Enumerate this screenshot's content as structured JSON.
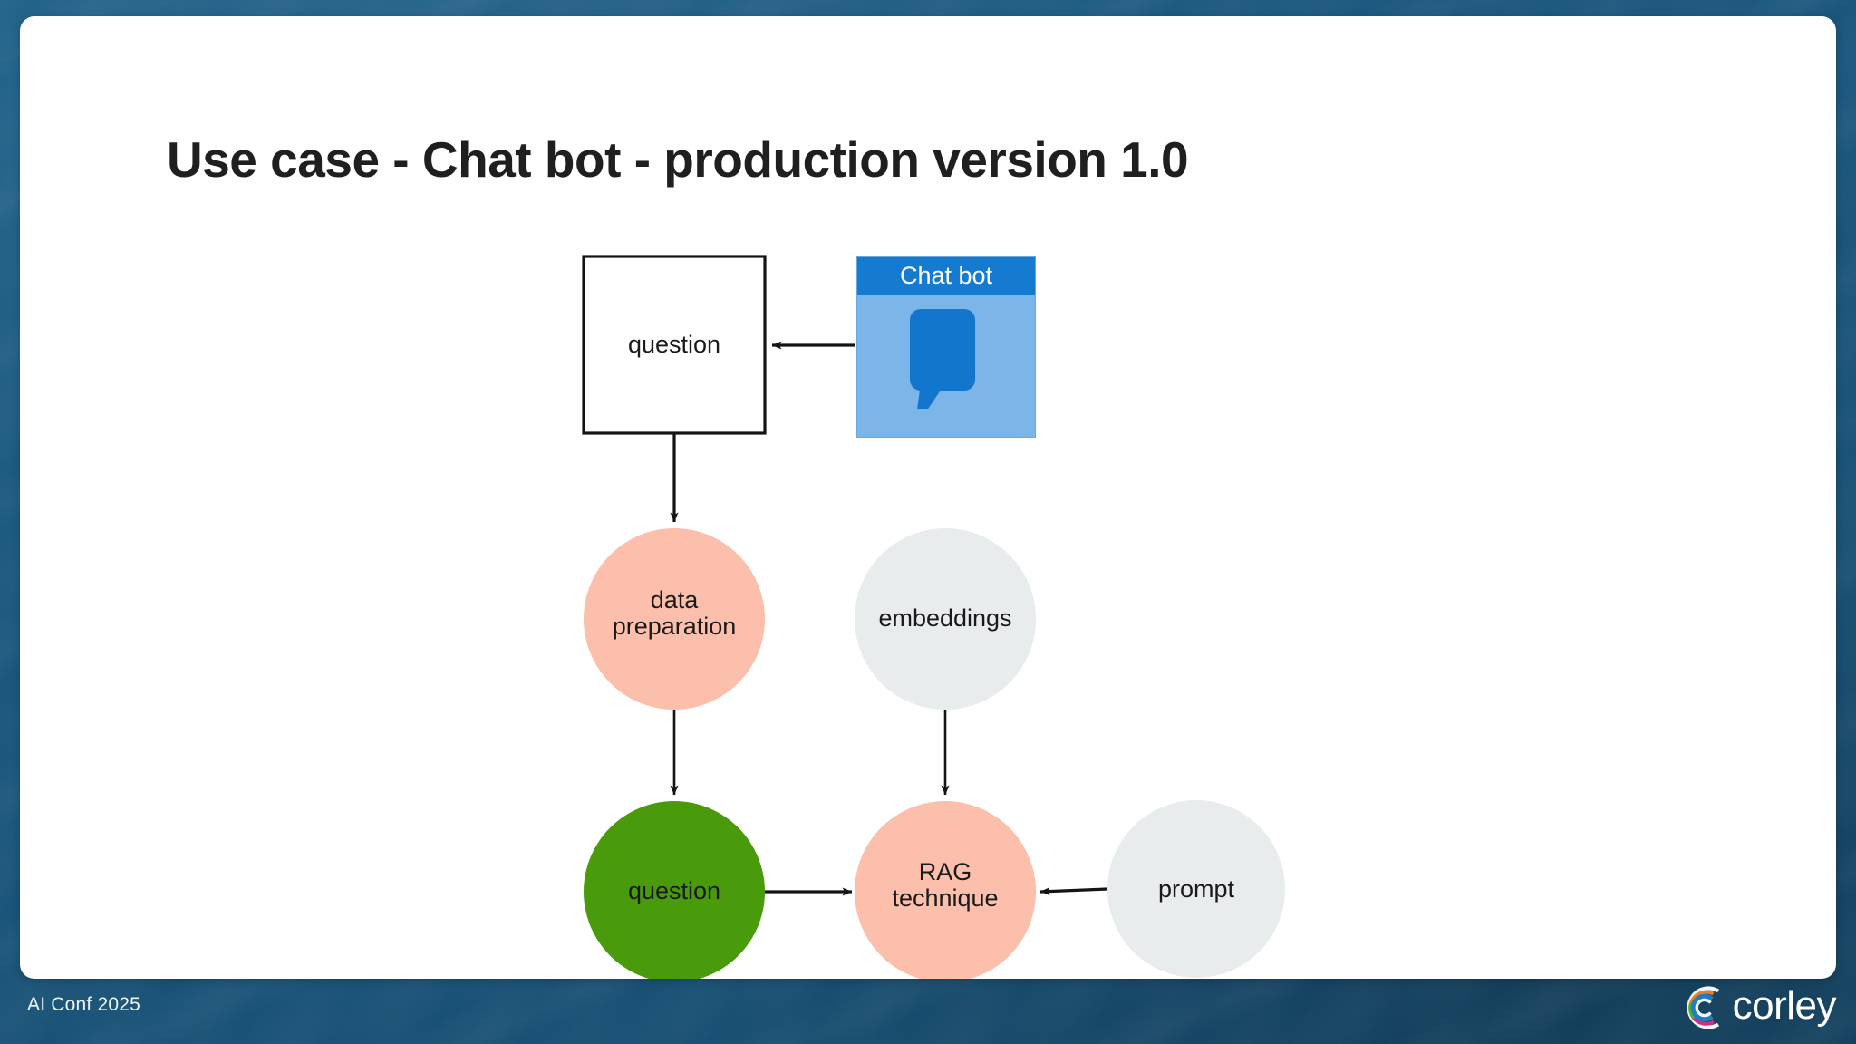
{
  "slide": {
    "title": "Use case - Chat bot - production version 1.0",
    "background_color": "#1b5b83",
    "panel_color": "#ffffff"
  },
  "footer": {
    "event_label": "AI Conf 2025",
    "brand_name": "corley",
    "brand_mark_icon": "corley-c-mark-icon"
  },
  "diagram": {
    "type": "flowchart",
    "nodes": [
      {
        "id": "chatbot",
        "label": "Chat bot",
        "shape": "card",
        "header_color": "#157bd1",
        "body_color": "#7cb5e8",
        "icon": "chat-bubble-icon"
      },
      {
        "id": "question-box",
        "label": "question",
        "shape": "rectangle",
        "fill": "#ffffff",
        "stroke": "#000000"
      },
      {
        "id": "data-preparation",
        "label": "data\npreparation",
        "shape": "circle",
        "fill": "#fbbfab"
      },
      {
        "id": "embeddings",
        "label": "embeddings",
        "shape": "circle",
        "fill": "#e8ecec"
      },
      {
        "id": "question-green",
        "label": "question",
        "shape": "circle",
        "fill": "#4a9b0c"
      },
      {
        "id": "rag-technique",
        "label": "RAG\ntechnique",
        "shape": "circle",
        "fill": "#fbbfab"
      },
      {
        "id": "prompt",
        "label": "prompt",
        "shape": "circle",
        "fill": "#e8ecec"
      }
    ],
    "edges": [
      {
        "from": "chatbot",
        "to": "question-box",
        "direction": "left"
      },
      {
        "from": "question-box",
        "to": "data-preparation",
        "direction": "down"
      },
      {
        "from": "data-preparation",
        "to": "question-green",
        "direction": "down"
      },
      {
        "from": "embeddings",
        "to": "rag-technique",
        "direction": "down"
      },
      {
        "from": "question-green",
        "to": "rag-technique",
        "direction": "right"
      },
      {
        "from": "prompt",
        "to": "rag-technique",
        "direction": "left"
      }
    ]
  }
}
